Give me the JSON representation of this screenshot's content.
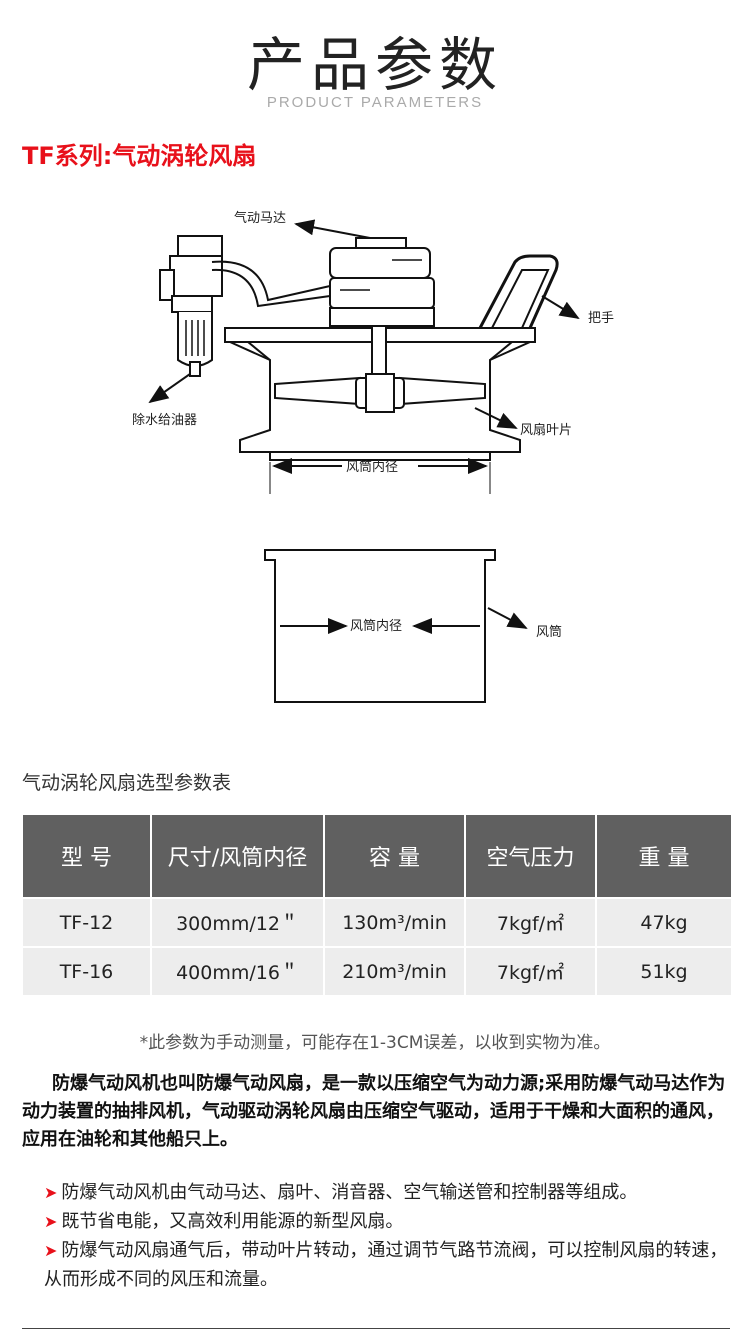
{
  "header": {
    "title": "产品参数",
    "subtitle": "PRODUCT PARAMETERS"
  },
  "series_title": "TF系列:气动涡轮风扇",
  "diagram_labels": {
    "motor": "气动马达",
    "handle": "把手",
    "filter": "除水给油器",
    "blade": "风扇叶片",
    "inner_diameter_top": "风筒内径",
    "inner_diameter_bottom": "风筒内径",
    "duct": "风筒"
  },
  "table": {
    "caption": "气动涡轮风扇选型参数表",
    "headers": [
      "型 号",
      "尺寸/风筒内径",
      "容 量",
      "空气压力",
      "重 量"
    ],
    "rows": [
      [
        "TF-12",
        "300mm/12＂",
        "130m³/min",
        "7kgf/㎡",
        "47kg"
      ],
      [
        "TF-16",
        "400mm/16＂",
        "210m³/min",
        "7kgf/㎡",
        "51kg"
      ]
    ]
  },
  "note": "*此参数为手动测量，可能存在1-3CM误差，以收到实物为准。",
  "description": "防爆气动风机也叫防爆气动风扇，是一款以压缩空气为动力源;采用防爆气动马达作为动力装置的抽排风机，气动驱动涡轮风扇由压缩空气驱动，适用于干燥和大面积的通风，应用在油轮和其他船只上。",
  "bullets": [
    "防爆气动风机由气动马达、扇叶、消音器、空气输送管和控制器等组成。",
    "既节省电能，又高效利用能源的新型风扇。",
    "防爆气动风扇通气后，带动叶片转动，通过调节气路节流阀，可以控制风扇的转速，从而形成不同的风压和流量。"
  ],
  "bullet_marker": "➤",
  "colors": {
    "accent": "#e8101a",
    "table_header": "#606060",
    "table_cell": "#ededed"
  }
}
